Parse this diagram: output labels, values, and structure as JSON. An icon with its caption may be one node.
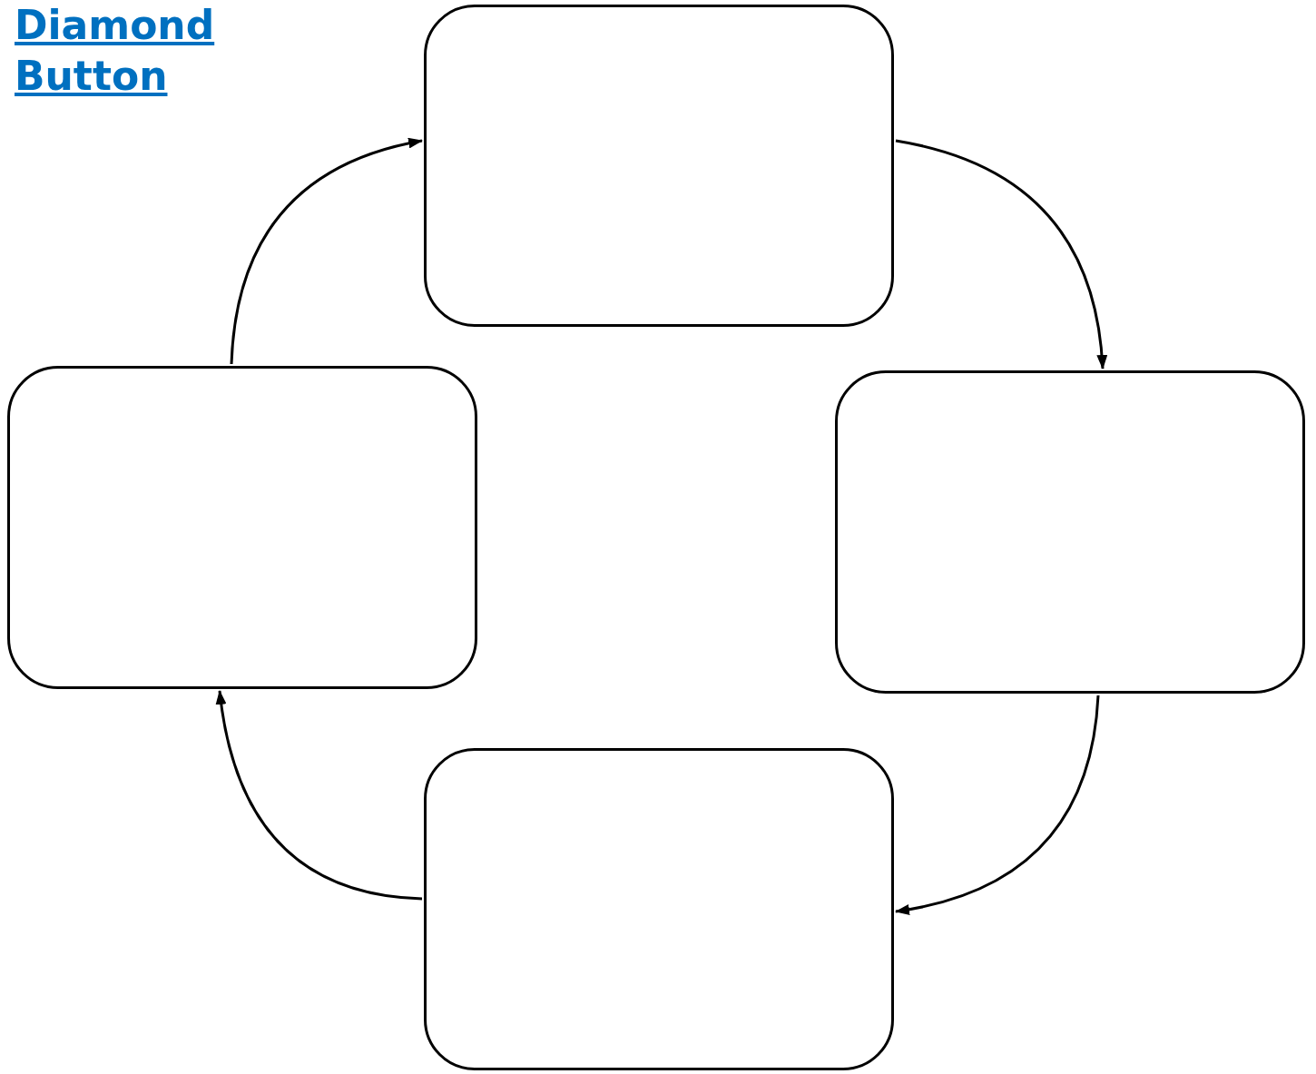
{
  "diagram": {
    "title": "Diamond Button",
    "nodes": [
      {
        "text": [],
        "shape": "box"
      },
      {
        "text": [],
        "shape": "box"
      },
      {
        "text": [],
        "shape": "box"
      },
      {
        "text": [],
        "shape": "box"
      }
    ],
    "edges": [
      {
        "from": 0,
        "to": 1,
        "arrow": "to"
      },
      {
        "from": 1,
        "to": 2,
        "arrow": "to"
      },
      {
        "from": 2,
        "to": 3,
        "arrow": "to"
      },
      {
        "from": 3,
        "to": 0,
        "arrow": "to"
      }
    ]
  }
}
